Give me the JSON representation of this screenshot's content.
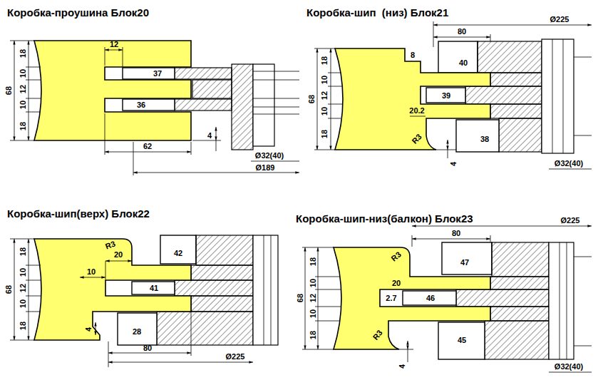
{
  "diagram": {
    "labels": [
      "Коробка-проушина Блок20",
      "18",
      "10",
      "12",
      "10",
      "18",
      "68",
      "12",
      "37",
      "36",
      "62",
      "4",
      "Ø32(40)",
      "Ø189",
      "Коробка-шип  (низ) Блок21",
      "80",
      "Ø225",
      "8",
      "40",
      "18",
      "10",
      "12",
      "10",
      "18",
      "68",
      "39",
      "20.2",
      "R3",
      "38",
      "4",
      "Ø32(40)",
      "Коробка-шип(верх) Блок22",
      "R3",
      "20",
      "42",
      "18",
      "10",
      "12",
      "10",
      "18",
      "68",
      "10",
      "41",
      "4",
      "28",
      "80",
      "Ø225",
      "Коробка-шип-низ(балкон) Блок23",
      "Ø225",
      "80",
      "R3",
      "47",
      "18",
      "10",
      "12",
      "10",
      "18",
      "68",
      "20",
      "2.7",
      "46",
      "R3",
      "45",
      "4",
      "Ø32(40)"
    ]
  }
}
